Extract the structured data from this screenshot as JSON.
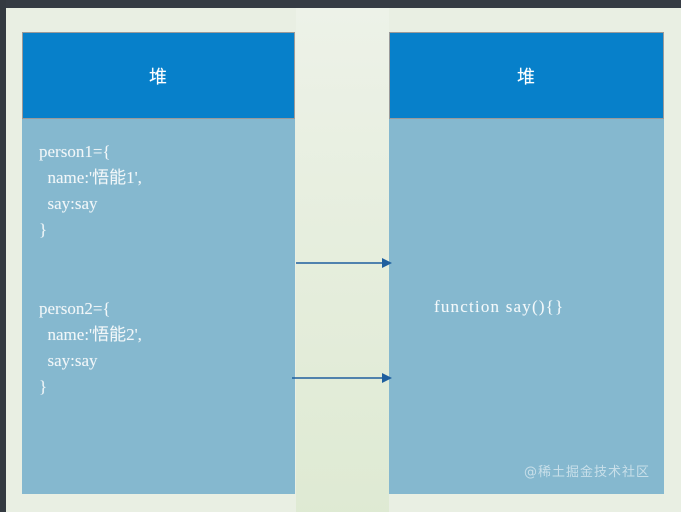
{
  "slide": {
    "background_color": "#e9efe3",
    "chrome_color": "#363c44",
    "watermark": "@稀土掘金技术社区"
  },
  "columns": [
    {
      "id": "stack",
      "header_label": "堆",
      "header_color": "#0780ca",
      "body_color": "#85b8cf",
      "code_blocks": [
        {
          "id": "person1",
          "text": "person1={\n  name:'悟能1',\n  say:say\n}"
        },
        {
          "id": "person2",
          "text": "person2={\n  name:'悟能2',\n  say:say\n}"
        }
      ]
    },
    {
      "id": "heap",
      "header_label": "堆",
      "header_color": "#0780ca",
      "body_color": "#85b8cf",
      "function_label": "function say(){}"
    }
  ],
  "arrows": [
    {
      "id": "arrow-person1-to-say",
      "color": "#1f5f9e",
      "direction": "right"
    },
    {
      "id": "arrow-person2-to-say",
      "color": "#1f5f9e",
      "direction": "right"
    }
  ]
}
